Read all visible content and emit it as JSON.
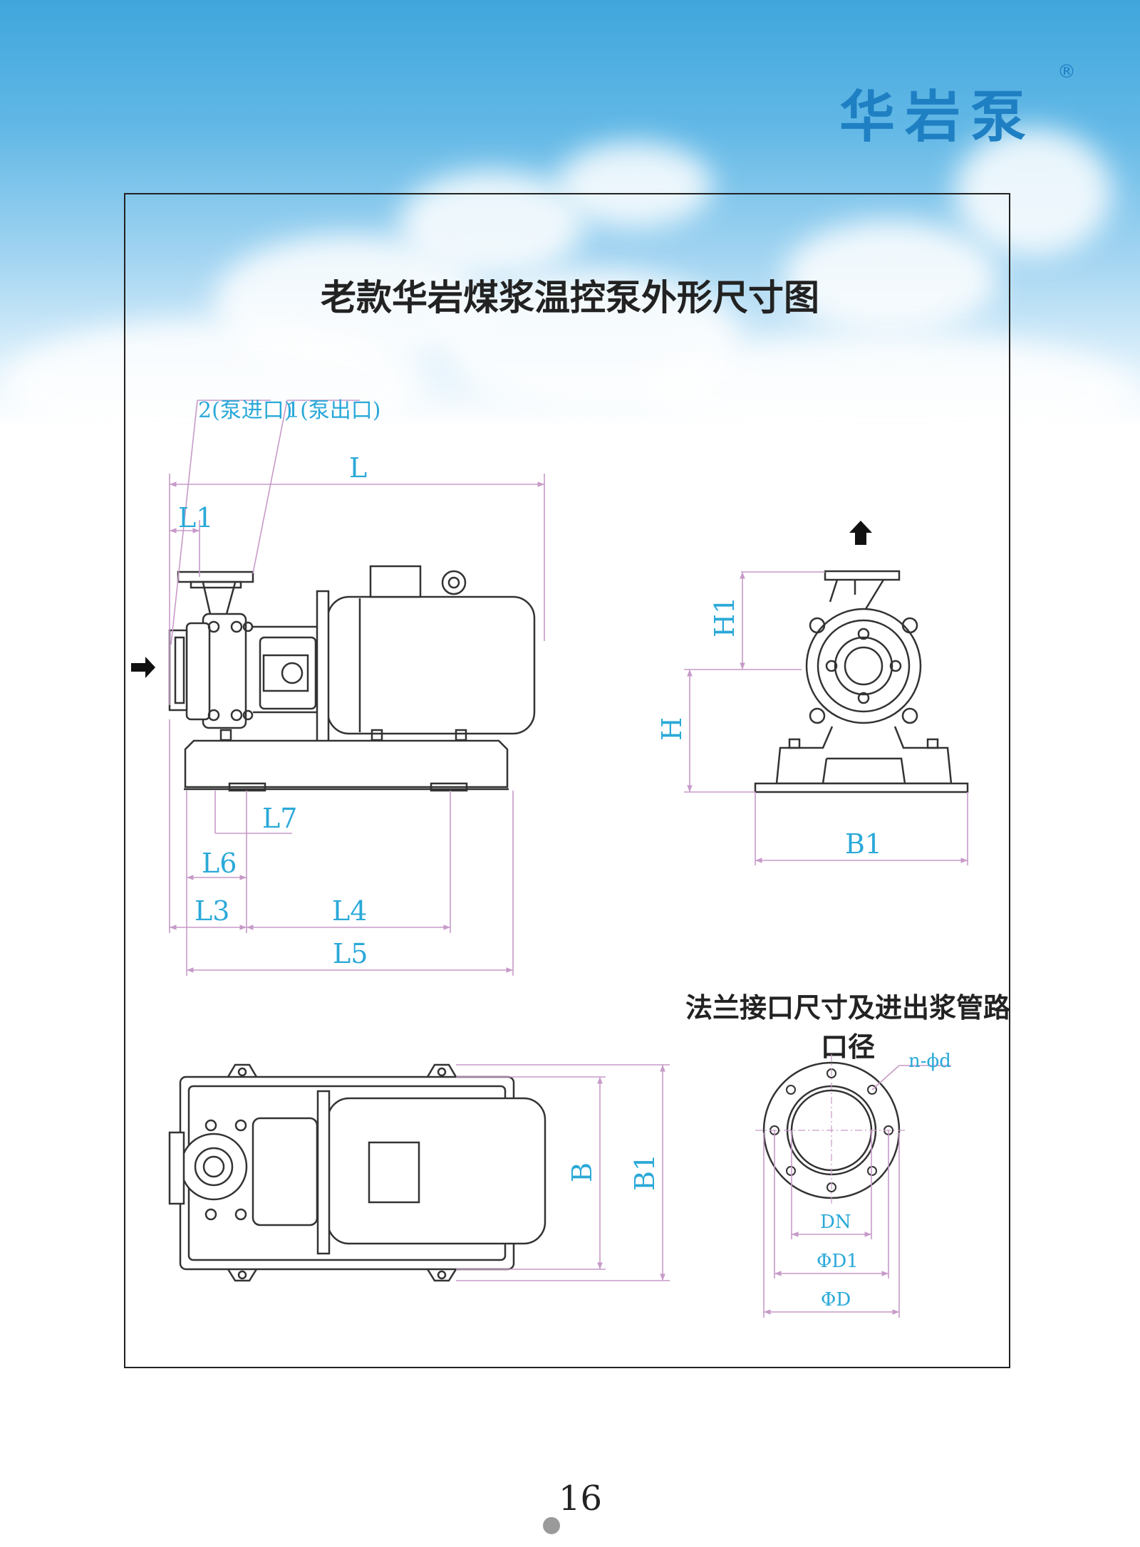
{
  "brand": {
    "name": "华岩泵",
    "registered_mark": "®"
  },
  "title": "老款华岩煤浆温控泵外形尺寸图",
  "flange_section_title": "法兰接口尺寸及进出浆管路口径",
  "callouts": {
    "inlet": "2(泵进口)",
    "outlet": "1(泵出口)"
  },
  "side_view_dims": {
    "L": "L",
    "L1": "L1",
    "L3": "L3",
    "L4": "L4",
    "L5": "L5",
    "L6": "L6",
    "L7": "L7"
  },
  "end_view_dims": {
    "H1": "H1",
    "H": "H",
    "B1": "B1"
  },
  "top_view_dims": {
    "B": "B",
    "B1": "B1"
  },
  "flange_dims": {
    "n_phi_d": "n-ϕd",
    "DN": "DN",
    "phi_D1": "ΦD1",
    "phi_D": "ΦD"
  },
  "page_number": "16",
  "colors": {
    "brand": "#1f7fc3",
    "dimension_text": "#2aa9d8",
    "dimension_line": "#c79ac8",
    "outline": "#333333"
  }
}
